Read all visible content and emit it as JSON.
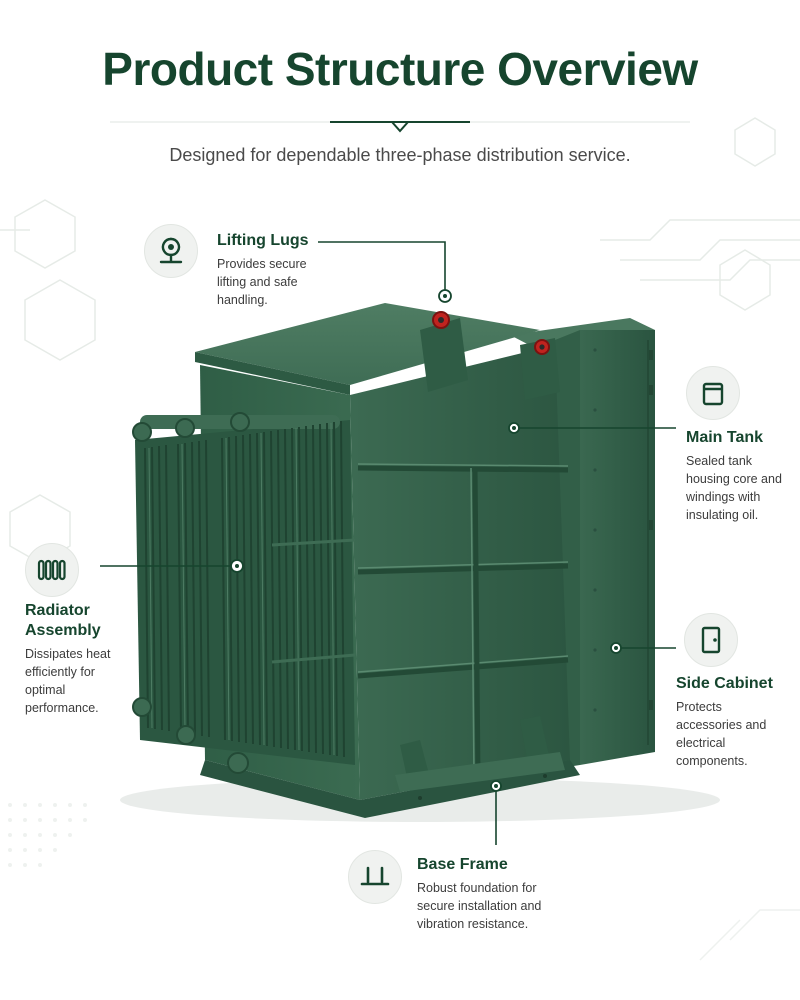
{
  "header": {
    "title": "Product Structure Overview",
    "subtitle": "Designed for dependable three-phase distribution service."
  },
  "colors": {
    "brand_green": "#16452e",
    "tank_green": "#3a6b52",
    "accent_red": "#c0231f"
  },
  "callouts": [
    {
      "key": "lifting_lugs",
      "title": "Lifting Lugs",
      "description": "Provides secure lifting and safe handling.",
      "lines": [
        "Provides secure",
        "lifting and safe",
        "handling."
      ],
      "icon": "lifting-lug-icon"
    },
    {
      "key": "main_tank",
      "title": "Main Tank",
      "description": "Sealed tank housing core and windings with insulating oil.",
      "lines": [
        "Sealed tank",
        "housing core and",
        "windings with",
        "insulating oil."
      ],
      "icon": "tank-icon"
    },
    {
      "key": "radiator_assembly",
      "title": "Radiator Assembly",
      "title_lines": [
        "Radiator",
        "Assembly"
      ],
      "description": "Dissipates heat efficiently for optimal performance.",
      "lines": [
        "Dissipates heat",
        "efficiently for",
        "optimal",
        "performance."
      ],
      "icon": "radiator-icon"
    },
    {
      "key": "side_cabinet",
      "title": "Side Cabinet",
      "description": "Protects accessories and electrical components.",
      "lines": [
        "Protects",
        "accessories and",
        "electrical",
        "components."
      ],
      "icon": "cabinet-icon"
    },
    {
      "key": "base_frame",
      "title": "Base Frame",
      "description": "Robust foundation for secure installation and vibration resistance.",
      "lines": [
        "Robust foundation for",
        "secure installation and",
        "vibration resistance."
      ],
      "icon": "base-frame-icon"
    }
  ]
}
